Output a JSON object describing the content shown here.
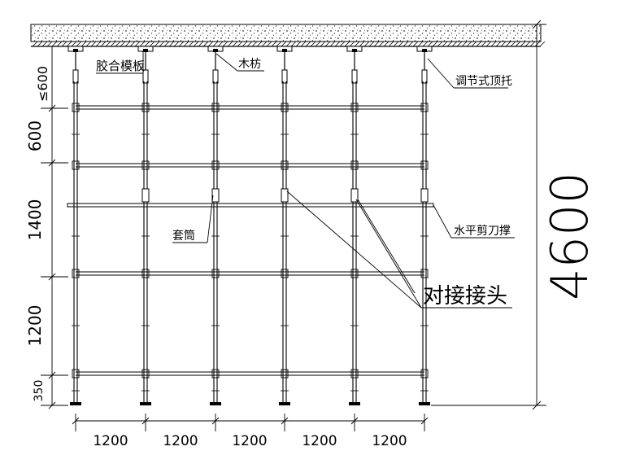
{
  "labels": {
    "plywood": "胶合模板",
    "timber": "木枋",
    "adjustable_top": "调节式顶托",
    "sleeve": "套筒",
    "horizontal_brace": "水平剪刀撑",
    "butt_joint": "对接接头"
  },
  "vertical_dims": {
    "top_gap": "≤600",
    "segments": [
      "600",
      "1400",
      "1200",
      "350"
    ]
  },
  "horizontal_dims": [
    "1200",
    "1200",
    "1200",
    "1200",
    "1200"
  ],
  "total_height": "4600"
}
